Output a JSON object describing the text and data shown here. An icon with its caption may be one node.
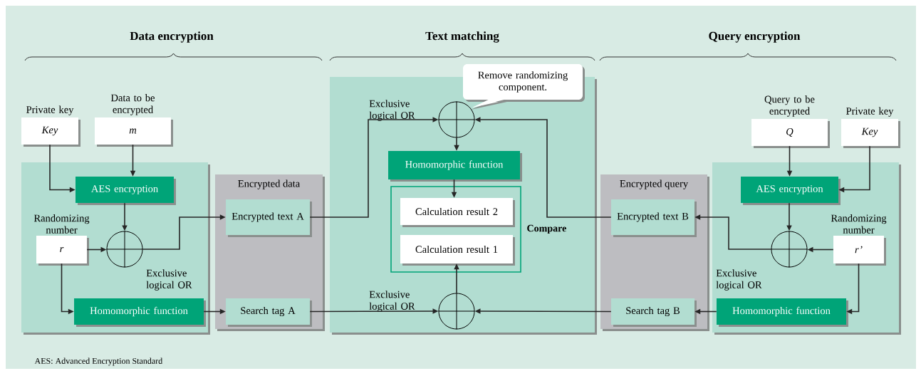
{
  "diagram": {
    "nodes": [
      {
        "text": [],
        "shape": "box"
      },
      {
        "text": [
          "Encrypted data"
        ]
      },
      {
        "text": [],
        "shape": "box"
      },
      {
        "text": [
          "Encrypted query"
        ]
      },
      {
        "text": [],
        "shape": "box"
      },
      {
        "text": [
          "Private key",
          "Key"
        ]
      },
      {
        "text": [
          "Data to be encrypted",
          "m"
        ]
      },
      {
        "text": [
          "AES encryption"
        ],
        "in": 0
      },
      {
        "text": [
          "Randomizing number",
          "r"
        ],
        "in": 0
      },
      {
        "text": [],
        "shape": "circle",
        "beside": [
          "Exclusive logical OR"
        ],
        "in": 0
      },
      {
        "text": [
          "Homomorphic function"
        ],
        "in": 0
      },
      {
        "text": [
          "Encrypted text A"
        ],
        "in": 1
      },
      {
        "text": [
          "Search tag A"
        ],
        "in": 1
      },
      {
        "text": [],
        "shape": "circle",
        "beside": [
          "Exclusive logical OR"
        ],
        "in": 2
      },
      {
        "text": [
          "Remove randomizing component."
        ]
      },
      {
        "text": [
          "Homomorphic function"
        ],
        "in": 2
      },
      {
        "text": [
          "Compare"
        ],
        "in": 2
      },
      {
        "text": [
          "Calculation result 2"
        ],
        "in": 16
      },
      {
        "text": [
          "Calculation result 1"
        ],
        "in": 16
      },
      {
        "text": [],
        "shape": "circle",
        "beside": [
          "Exclusive logical OR"
        ],
        "in": 2
      },
      {
        "text": [
          "Encrypted text B"
        ],
        "in": 3
      },
      {
        "text": [
          "Search tag B"
        ],
        "in": 3
      },
      {
        "text": [
          "Query to be encrypted",
          "Q"
        ]
      },
      {
        "text": [
          "Private key",
          "Key"
        ]
      },
      {
        "text": [
          "AES encryption"
        ],
        "in": 4
      },
      {
        "text": [
          "Randomizing number",
          "r’"
        ],
        "in": 4
      },
      {
        "text": [],
        "shape": "circle",
        "beside": [
          "Exclusive logical OR"
        ],
        "in": 4
      },
      {
        "text": [
          "Homomorphic function"
        ],
        "in": 4
      }
    ],
    "edges": [
      {
        "from": 5,
        "to": 7,
        "arrow": "to"
      },
      {
        "from": 6,
        "to": 7,
        "arrow": "to"
      },
      {
        "from": 7,
        "to": 9,
        "arrow": "to"
      },
      {
        "from": 8,
        "to": 9,
        "arrow": "to"
      },
      {
        "from": 9,
        "to": 11,
        "arrow": "to"
      },
      {
        "from": 8,
        "to": 10,
        "arrow": "to"
      },
      {
        "from": 10,
        "to": 12,
        "arrow": "to"
      },
      {
        "from": 11,
        "to": 13,
        "arrow": "to"
      },
      {
        "from": 12,
        "to": 19,
        "arrow": "to"
      },
      {
        "from": 13,
        "to": 15,
        "arrow": "to"
      },
      {
        "from": 15,
        "to": 17,
        "arrow": "to"
      },
      {
        "from": 19,
        "to": 18,
        "arrow": "to"
      },
      {
        "from": 20,
        "to": 13,
        "arrow": "to"
      },
      {
        "from": 21,
        "to": 19,
        "arrow": "to"
      },
      {
        "from": 22,
        "to": 24,
        "arrow": "to"
      },
      {
        "from": 23,
        "to": 24,
        "arrow": "to"
      },
      {
        "from": 24,
        "to": 26,
        "arrow": "to"
      },
      {
        "from": 25,
        "to": 26,
        "arrow": "to"
      },
      {
        "from": 26,
        "to": 20,
        "arrow": "to"
      },
      {
        "from": 25,
        "to": 27,
        "arrow": "to"
      },
      {
        "from": 27,
        "to": 21,
        "arrow": "to"
      }
    ],
    "labels": [
      "Data encryption",
      "Text matching",
      "Query encryption",
      "AES: Advanced Encryption Standard"
    ]
  }
}
